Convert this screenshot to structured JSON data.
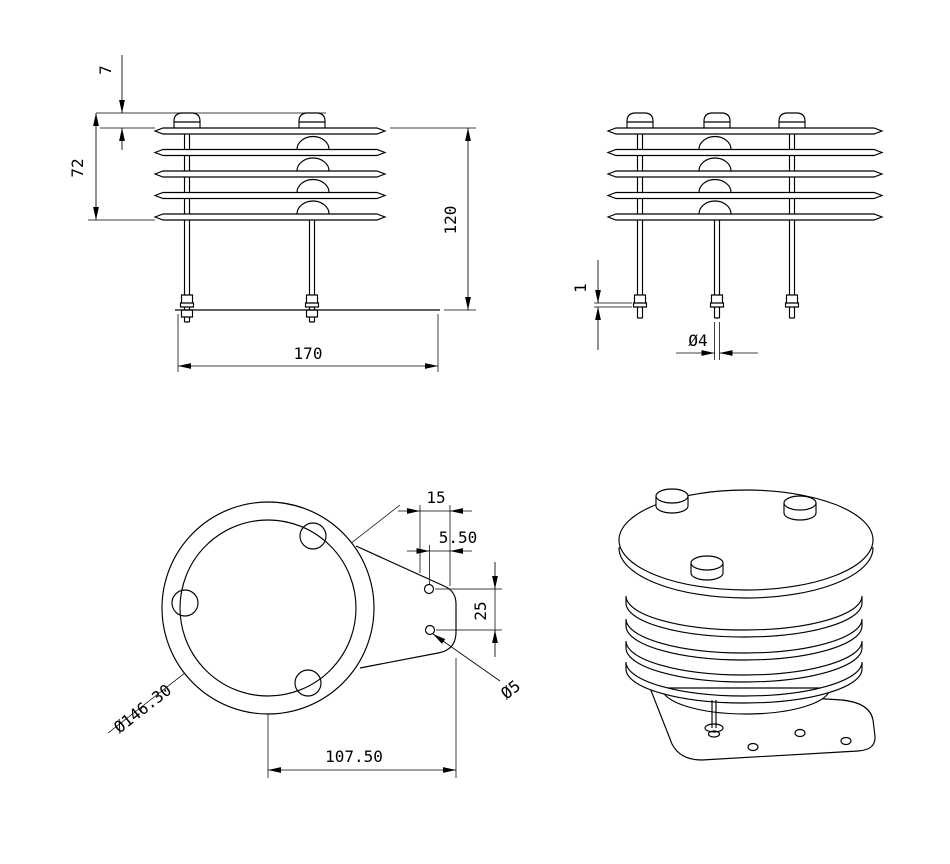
{
  "views": {
    "front": {
      "dims": {
        "cap_offset": "7",
        "louver_height": "72",
        "total_height": "120",
        "base_width": "170"
      }
    },
    "side": {
      "dims": {
        "washer_thickness": "1",
        "rod_diameter": "Ø4"
      }
    },
    "bottom": {
      "dims": {
        "edge_offset": "15",
        "hole_to_edge": "5.50",
        "hole_spacing": "25",
        "plate_diameter": "Ø146.30",
        "hole_diameter": "Ø5",
        "center_to_edge": "107.50"
      }
    }
  },
  "colors": {
    "line": "#000000",
    "background": "#ffffff"
  }
}
